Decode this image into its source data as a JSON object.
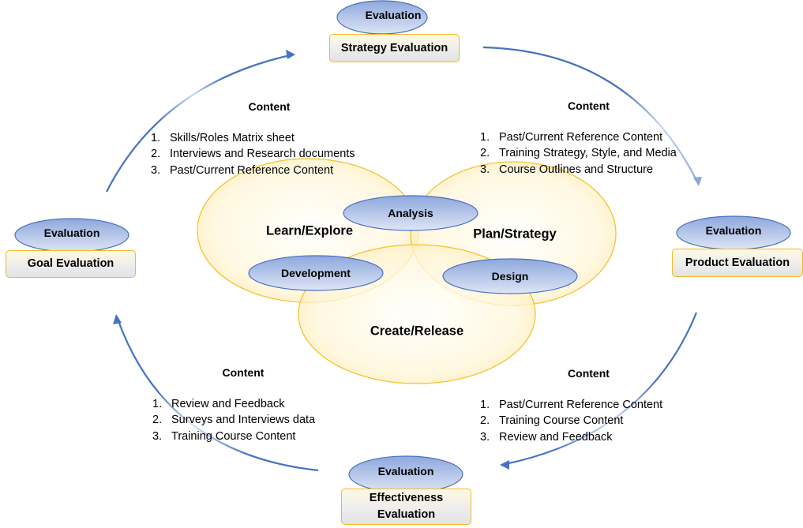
{
  "colors": {
    "arrow_blue": "#4472c4",
    "venn_border": "#f5c232",
    "venn_fill": "#fff3cc",
    "ellipse_top": "#8ea8dc",
    "ellipse_bottom": "#dbe3f4",
    "ellipse_border": "#4a70c0",
    "box_border": "#f2b829"
  },
  "nodes": {
    "top": {
      "badge": "Evaluation",
      "label": "Strategy Evaluation"
    },
    "right": {
      "badge": "Evaluation",
      "label": "Product Evaluation"
    },
    "bottom": {
      "badge": "Evaluation",
      "label": "Effectiveness Evaluation"
    },
    "left": {
      "badge": "Evaluation",
      "label": "Goal Evaluation"
    }
  },
  "venn": {
    "circles": [
      {
        "label": "Learn/Explore"
      },
      {
        "label": "Plan/Strategy"
      },
      {
        "label": "Create/Release"
      }
    ],
    "phases": [
      {
        "label": "Analysis"
      },
      {
        "label": "Development"
      },
      {
        "label": "Design"
      }
    ]
  },
  "content_blocks": {
    "top_left": {
      "title": "Content",
      "items": [
        "Skills/Roles Matrix sheet",
        "Interviews and Research documents",
        "Past/Current Reference Content"
      ]
    },
    "top_right": {
      "title": "Content",
      "items": [
        "Past/Current Reference Content",
        "Training Strategy, Style, and Media",
        "Course Outlines and Structure"
      ]
    },
    "bottom_left": {
      "title": "Content",
      "items": [
        "Review and Feedback",
        "Surveys and Interviews data",
        "Training Course Content"
      ]
    },
    "bottom_right": {
      "title": "Content",
      "items": [
        "Past/Current Reference Content",
        "Training Course Content",
        "Review and Feedback"
      ]
    }
  }
}
